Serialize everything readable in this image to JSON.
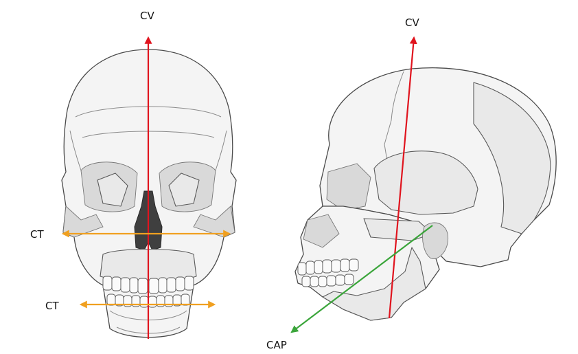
{
  "labels": {
    "front_vertical": "CV",
    "front_upper_transverse": "CT",
    "front_lower_transverse": "CT",
    "side_vertical": "CV",
    "side_anteroposterior": "CAP"
  },
  "colors": {
    "vertical_axis": "#e0141e",
    "transverse_axis": "#f0a020",
    "anteroposterior_axis": "#3aa53a"
  }
}
